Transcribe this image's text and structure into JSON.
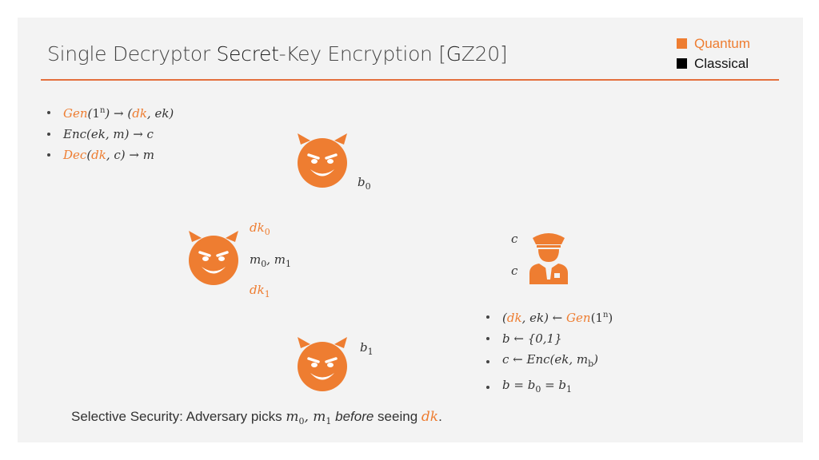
{
  "title": {
    "part1": "Single Decryptor ",
    "part2": "Secret",
    "part3": "-Key Encryption [",
    "part4": "G",
    "part5": "Z20]"
  },
  "legend": {
    "quantum": "Quantum",
    "classical": "Classical",
    "quantum_color": "#ee7d31",
    "classical_color": "#000000"
  },
  "left_list": {
    "gen": {
      "name": "Gen",
      "arg_one": "1",
      "arg_n": "n",
      "arrow": " → (",
      "dk": "dk",
      "rest": ", ek)"
    },
    "enc": {
      "text": "Enc(ek, m) → c"
    },
    "dec": {
      "name": "Dec",
      "open": "(",
      "dk": "dk",
      "rest": ", c) → m"
    }
  },
  "labels": {
    "b0": {
      "b": "b",
      "s": "0"
    },
    "b1": {
      "b": "b",
      "s": "1"
    },
    "dk0": {
      "b": "dk",
      "s": "0"
    },
    "dk1": {
      "b": "dk",
      "s": "1"
    },
    "m_pair": {
      "m": "m",
      "s0": "0",
      "sep": ", m",
      "s1": "1"
    },
    "c_top": "c",
    "c_bottom": "c"
  },
  "right_list": {
    "r1": {
      "open": "(",
      "dk": "dk",
      "mid": ", ek) ← ",
      "gen": "Gen",
      "p": "(1",
      "n": "n",
      "close": ")"
    },
    "r2": {
      "text": "b ← {0,1}"
    },
    "r3": {
      "pre": "c ← Enc(ek, m",
      "s": "b",
      "close": ")"
    },
    "r4": {
      "a": "b = b",
      "s0": "0",
      "b": " = b",
      "s1": "1"
    }
  },
  "bottom": {
    "pre": "Selective Security: Adversary picks ",
    "m": "m",
    "s0": "0",
    "sep": ", m",
    "s1": "1",
    "before": "before",
    "seeing": " seeing ",
    "dk": "dk",
    "end": "."
  },
  "icons": {
    "adversary": "devil-icon",
    "challenger": "police-officer-icon"
  }
}
